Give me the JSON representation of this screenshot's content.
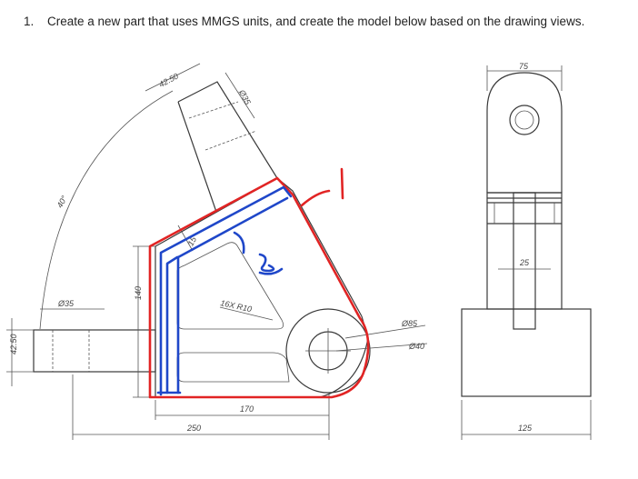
{
  "instruction": {
    "number": "1.",
    "text": "Create a new part that uses MMGS units, and create the model below based on the drawing views."
  },
  "dimensions": {
    "arm_width": "42.50",
    "arm_diameter": "Ø35",
    "angle": "40°",
    "left_diameter": "Ø35",
    "left_height": "42.50",
    "height_140": "140",
    "rib_thickness": "15",
    "fillet_note": "16X R10",
    "boss_outer": "Ø85",
    "boss_inner": "Ø40",
    "base_170": "170",
    "overall_250": "250",
    "side_width": "75",
    "side_slot": "25",
    "side_base": "125"
  },
  "annotations": {
    "mark_one": "1",
    "mark_two": "2"
  },
  "colors": {
    "red_annotation": "#e12424",
    "blue_annotation": "#1f47c9"
  }
}
